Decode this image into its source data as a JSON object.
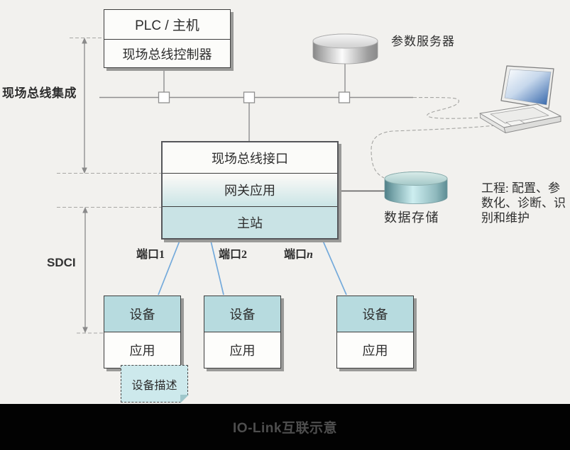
{
  "diagram": {
    "plc_box": {
      "top_row": "PLC / 主机",
      "bottom_row": "现场总线控制器"
    },
    "gateway_box": {
      "rows": [
        "现场总线接口",
        "网关应用",
        "主站"
      ]
    },
    "side_labels": {
      "fieldbus_integration": "现场总线集成",
      "sdci": "SDCI"
    },
    "param_server": {
      "label": "参数服务器"
    },
    "data_storage": {
      "label": "数据存储"
    },
    "engineering_note": {
      "lines": [
        "工程: 配置、参",
        "数化、诊断、识",
        "别和维护"
      ]
    },
    "ports": [
      {
        "prefix": "端口",
        "suffix": "1"
      },
      {
        "prefix": "端口",
        "suffix": "2"
      },
      {
        "prefix": "端口",
        "suffix": "n"
      }
    ],
    "devices": [
      {
        "top_row": "设备",
        "bottom_row": "应用"
      },
      {
        "top_row": "设备",
        "bottom_row": "应用"
      },
      {
        "top_row": "设备",
        "bottom_row": "应用"
      }
    ],
    "device_description_note": {
      "label": "设备描述"
    }
  },
  "banner": {
    "title": "IO-Link互联示意"
  },
  "colors": {
    "background": "#f2f1ee",
    "banner_bg": "#020202",
    "banner_text": "#4e4e4e",
    "master_teal": "#c9e3e5",
    "device_teal": "#b7dbdf",
    "note_fill": "#cde9ec",
    "port_line_blue": "#74aadb",
    "line_gray": "#8f8f8f"
  }
}
